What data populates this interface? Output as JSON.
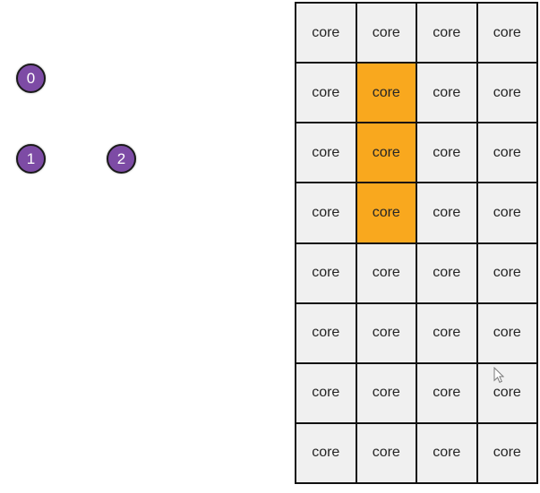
{
  "background": "#ffffff",
  "nodes": {
    "items": [
      {
        "id": "node-0",
        "label": "0"
      },
      {
        "id": "node-1",
        "label": "1"
      },
      {
        "id": "node-2",
        "label": "2"
      }
    ],
    "fill_color": "#7D4BA5",
    "border_color": "#1a1a1a",
    "text_color": "#ffffff"
  },
  "grid": {
    "rows": 8,
    "cols": 4,
    "cell_label": "core",
    "cell_bg": "#F0F0F0",
    "line_color": "#111111",
    "text_color": "#262626",
    "highlight_color": "#F9A81E",
    "highlighted_cells": [
      [
        1,
        1
      ],
      [
        2,
        1
      ],
      [
        3,
        1
      ]
    ]
  },
  "cursor": {
    "icon": "arrow-pointer"
  }
}
